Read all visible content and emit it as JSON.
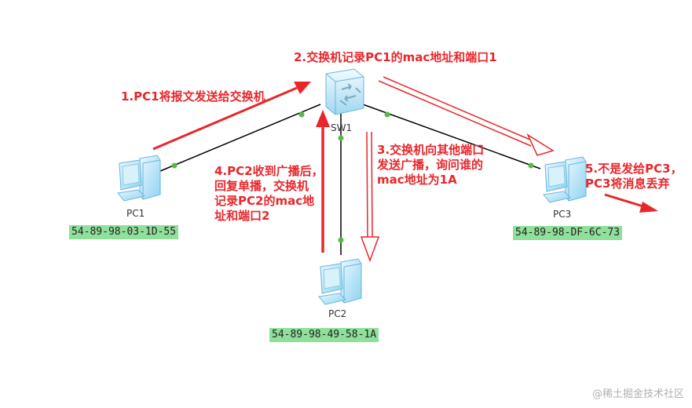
{
  "nodes": {
    "switch": {
      "name": "SW1"
    },
    "pc1": {
      "name": "PC1",
      "mac": "54-89-98-03-1D-55"
    },
    "pc2": {
      "name": "PC2",
      "mac": "54-89-98-49-58-1A"
    },
    "pc3": {
      "name": "PC3",
      "mac": "54-89-98-DF-6C-73"
    }
  },
  "steps": {
    "step1": [
      "1.PC1将报文发送给交换机"
    ],
    "step2": [
      "2.交换机记录PC1的mac地址和端口1"
    ],
    "step3": [
      "3.交换机向其他端口",
      "发送广播，询问谁的",
      "mac地址为1A"
    ],
    "step4": [
      "4.PC2收到广播后，",
      "回复单播，交换机",
      "记录PC2的mac地",
      "址和端口2"
    ],
    "step5": [
      "5.不是发给PC3，",
      "PC3将消息丢弃"
    ]
  },
  "watermark": "@稀土掘金技术社区",
  "colors": {
    "annotation": "#e8262b",
    "link": "#000000",
    "port": "#5ab84a",
    "mac_bg": "#8fe09a"
  }
}
